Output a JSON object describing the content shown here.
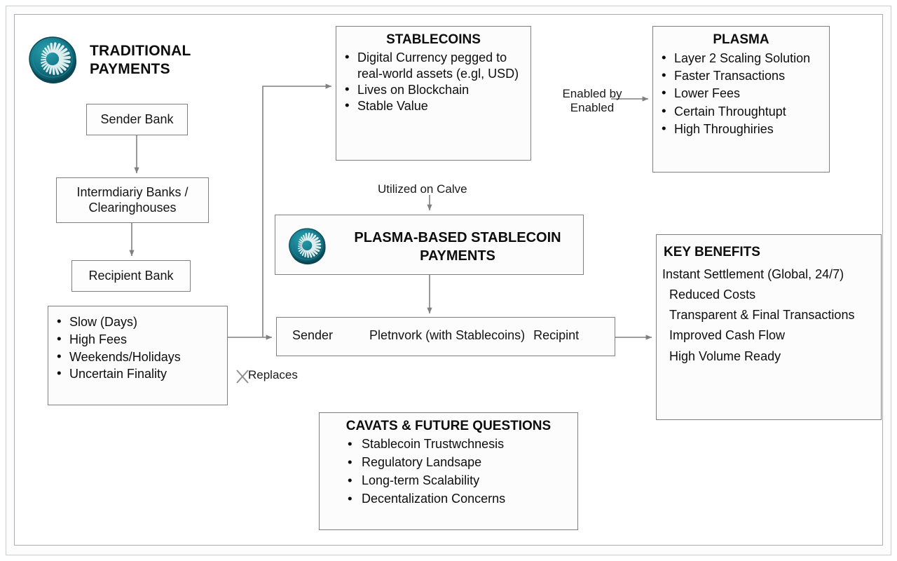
{
  "diagram": {
    "title_block": {
      "icon": "plasma-coin-icon",
      "line1": "TRADITIONAL",
      "line2": "PAYMENTS"
    },
    "traditional_flow": {
      "sender_bank": "Sender Bank",
      "intermediary": "Intermdiariy Banks /\nClearinghouses",
      "recipient_bank": "Recipient Bank",
      "issues": [
        "Slow (Days)",
        "High Fees",
        "Weekends/Holidays",
        "Uncertain Finality"
      ]
    },
    "stablecoins": {
      "title": "STABLECOINS",
      "items": [
        "Digital Currency pegged to real-world assets (e.gl, USD)",
        "Lives on Blockchain",
        "Stable Value"
      ]
    },
    "plasma": {
      "title": "PLASMA",
      "items": [
        "Layer 2 Scaling Solution",
        "Faster Transactions",
        "Lower Fees",
        "Certain Throughtupt",
        "High Throughiries"
      ]
    },
    "plasma_based": {
      "icon": "plasma-coin-icon",
      "line1": "PLASMA-BASED STABLECOIN",
      "line2": "PAYMENTS"
    },
    "network_row": {
      "sender": "Sender",
      "network": "Pletnvork (with Stablecoins)",
      "recipient": "Recipint"
    },
    "key_benefits": {
      "title": "KEY BENEFITS",
      "items": [
        "Instant Settlement (Global, 24/7)",
        "Reduced Costs",
        "Transparent & Final Transactions",
        "Improved Cash Flow",
        "High Volume Ready"
      ]
    },
    "caveats": {
      "title": "CAVATS & FUTURE QUESTIONS",
      "items": [
        "Stablecoin Trustwchnesis",
        "Regulatory Landsape",
        "Long-term Scalability",
        "Decentalization Concerns"
      ]
    },
    "connector_labels": {
      "enabled_by": "Enabled by\nEnabled",
      "utilized_on": "Utilized on Calve",
      "replaces": "Replaces"
    },
    "colors": {
      "coin_teal": "#157d8c",
      "coin_teal_dark": "#0c5360",
      "box_border": "#7f7f7f",
      "frame_border": "#a9adb1",
      "connector": "#808080",
      "text": "#0d0d0d",
      "canvas": "#ffffff"
    }
  }
}
